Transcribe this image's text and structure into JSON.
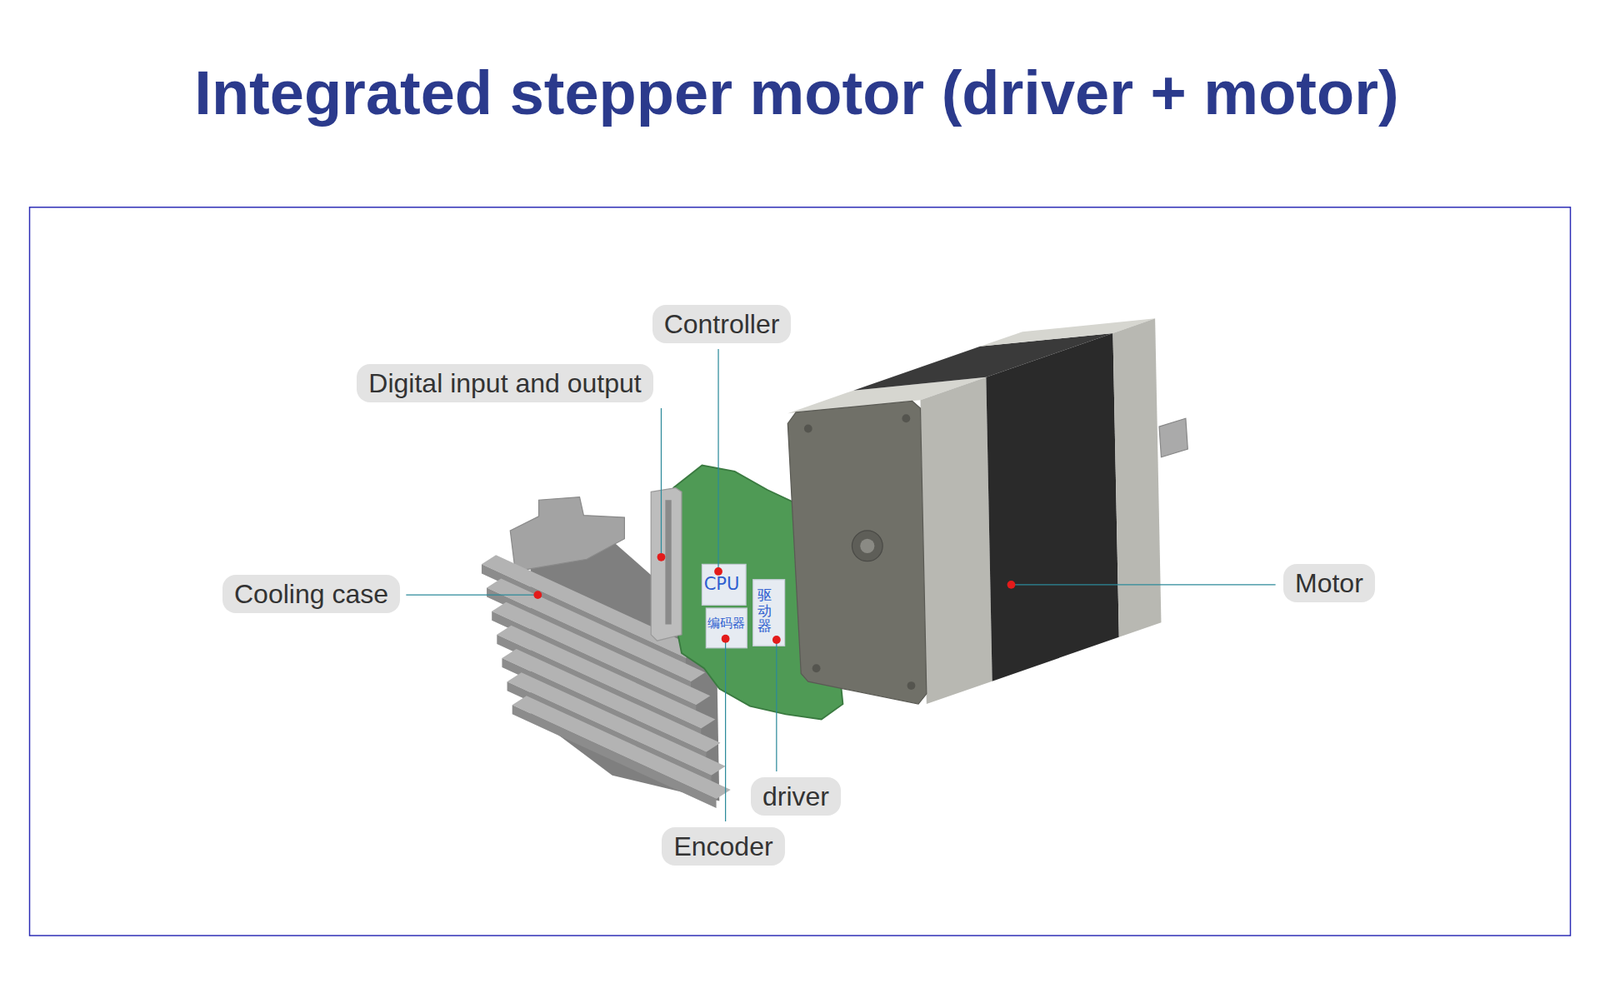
{
  "diagram": {
    "title": "Integrated stepper motor (driver + motor)",
    "labels": [
      "Controller",
      "Digital input and output",
      "Cooling case",
      "Motor",
      "CPU",
      "编码器",
      "驱动器",
      "driver",
      "Encoder"
    ]
  }
}
